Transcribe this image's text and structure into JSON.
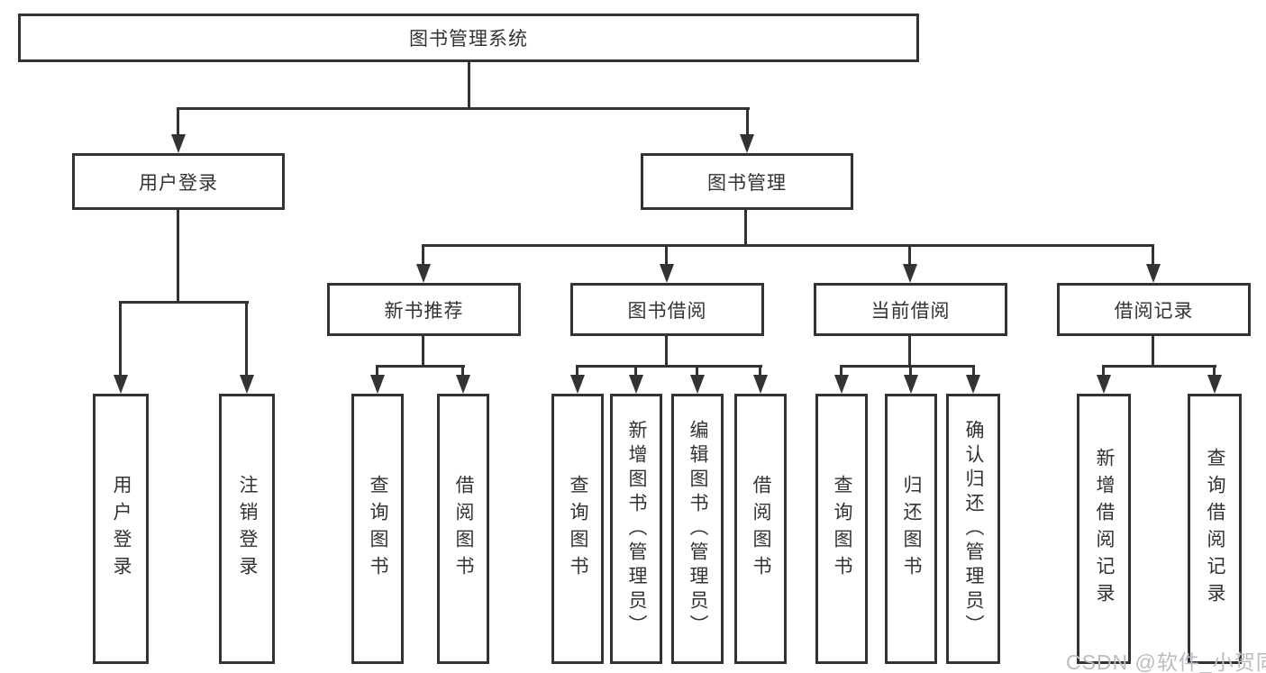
{
  "diagram_title": "图书管理系统",
  "colors": {
    "line": "#333333",
    "text": "#333333",
    "box_background": "#ffffff",
    "watermark": "#b9bdc2"
  },
  "tree": {
    "root": {
      "label": "图书管理系统"
    },
    "branches": [
      {
        "label": "用户登录",
        "children": [
          {
            "label": "用户登录"
          },
          {
            "label": "注销登录"
          }
        ]
      },
      {
        "label": "图书管理",
        "children": [
          {
            "label": "新书推荐",
            "children": [
              {
                "label": "查询图书"
              },
              {
                "label": "借阅图书"
              }
            ]
          },
          {
            "label": "图书借阅",
            "children": [
              {
                "label": "查询图书"
              },
              {
                "label": "新增图书（管理员）"
              },
              {
                "label": "编辑图书（管理员）"
              },
              {
                "label": "借阅图书"
              }
            ]
          },
          {
            "label": "当前借阅",
            "children": [
              {
                "label": "查询图书"
              },
              {
                "label": "归还图书"
              },
              {
                "label": "确认归还（管理员）"
              }
            ]
          },
          {
            "label": "借阅记录",
            "children": [
              {
                "label": "新增借阅记录"
              },
              {
                "label": "查询借阅记录"
              }
            ]
          }
        ]
      }
    ]
  },
  "watermark": {
    "text": "CSDN @软件_小贺同学"
  }
}
